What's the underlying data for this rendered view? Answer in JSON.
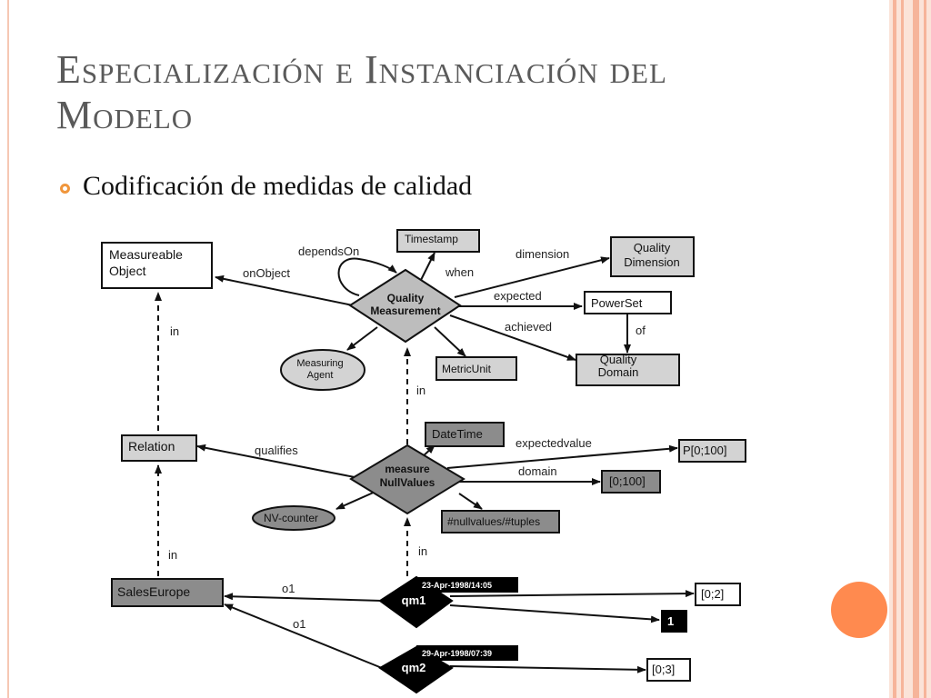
{
  "slide": {
    "title_line1": "Especialización e Instanciación del",
    "title_line2": "Modelo",
    "bullet": "Codificación de medidas de calidad"
  },
  "colors": {
    "stripe_light": "#fbe3d8",
    "stripe_mid": "#f6b49a",
    "accent_orange": "#ff8a4f",
    "bullet_orange": "#f0963c",
    "node_gray": "#d3d3d3",
    "node_dark": "#8c8c8c"
  },
  "diagram": {
    "nodes": {
      "measureable_object_1": "Measureable",
      "measureable_object_2": "Object",
      "timestamp": "Timestamp",
      "quality_dimension_1": "Quality",
      "quality_dimension_2": "Dimension",
      "quality_measurement_1": "Quality",
      "quality_measurement_2": "Measurement",
      "powerset": "PowerSet",
      "quality_domain_1": "Quality",
      "quality_domain_2": "Domain",
      "measuring_agent_1": "Measuring",
      "measuring_agent_2": "Agent",
      "metric_unit": "MetricUnit",
      "relation": "Relation",
      "datetime": "DateTime",
      "measure_nullvalues_1": "measure",
      "measure_nullvalues_2": "NullValues",
      "p0100": "P[0;100]",
      "range0100": "[0;100]",
      "nv_counter": "NV-counter",
      "nullvalues_tuples": "#nullvalues/#tuples",
      "sales_europe": "SalesEurope",
      "qm1": "qm1",
      "qm1_timestamp": "23-Apr-1998/14:05",
      "range02": "[0;2]",
      "value1": "1",
      "qm2": "qm2",
      "qm2_timestamp": "29-Apr-1998/07:39",
      "range03": "[0;3]"
    },
    "edges": {
      "depends_on": "dependsOn",
      "when": "when",
      "dimension": "dimension",
      "on_object": "onObject",
      "expected": "expected",
      "achieved": "achieved",
      "of": "of",
      "in_left_top": "in",
      "in_center_top": "in",
      "qualifies": "qualifies",
      "expectedvalue": "expectedvalue",
      "domain": "domain",
      "in_left_bottom": "in",
      "in_center_bottom": "in",
      "o1_top": "o1",
      "o1_bottom": "o1"
    }
  }
}
